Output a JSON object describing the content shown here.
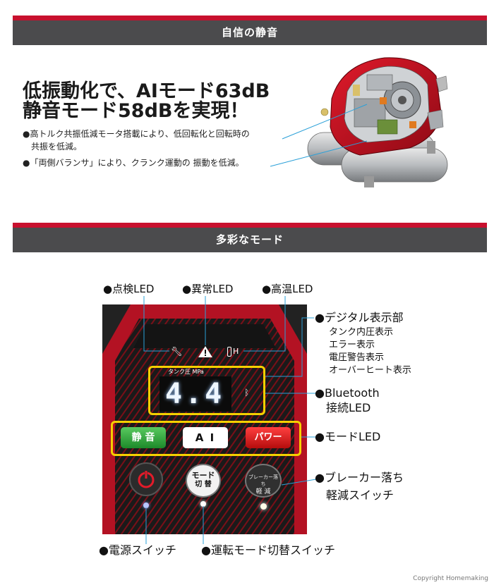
{
  "section1": {
    "title": "自信の静音",
    "headline_line1": "低振動化で、AIモード63dB",
    "headline_line2": "静音モード58dBを実現！",
    "bullets": [
      "●高トルク共振低減モータ搭載により、低回転化と回転時の",
      "共振を低減。",
      "●「両側バランサ」により、クランク運動の 振動を低減。"
    ]
  },
  "section2": {
    "title": "多彩なモード",
    "labels": {
      "inspect_led": "●点検LED",
      "error_led": "●異常LED",
      "temp_led": "●高温LED",
      "digital_display": "●デジタル表示部",
      "digital_items": [
        "タンク内圧表示",
        "エラー表示",
        "電圧警告表示",
        "オーバーヒート表示"
      ],
      "bluetooth_1": "●Bluetooth",
      "bluetooth_2": "接続LED",
      "mode_led": "●モードLED",
      "breaker_1": "●ブレーカー落ち",
      "breaker_2": "軽減スイッチ",
      "power_switch": "●電源スイッチ",
      "mode_switch": "●運転モード切替スイッチ"
    },
    "panel": {
      "display_caption": "タンク圧 MPa",
      "display_value": "4.4",
      "mode_quiet": "静 音",
      "mode_ai": "A I",
      "mode_power": "パワー",
      "mode_button_1": "モード",
      "mode_button_2": "切 替",
      "breaker_button_1": "ブレーカー落ち",
      "breaker_button_2": "軽 減",
      "temp_icon_text": "H"
    }
  },
  "copyright": "Copyright Homemaking",
  "colors": {
    "brand_red": "#c8102e",
    "band_gray": "#4b4b4d",
    "highlight_yellow": "#f5d000",
    "line_blue": "#2aa0d8"
  }
}
